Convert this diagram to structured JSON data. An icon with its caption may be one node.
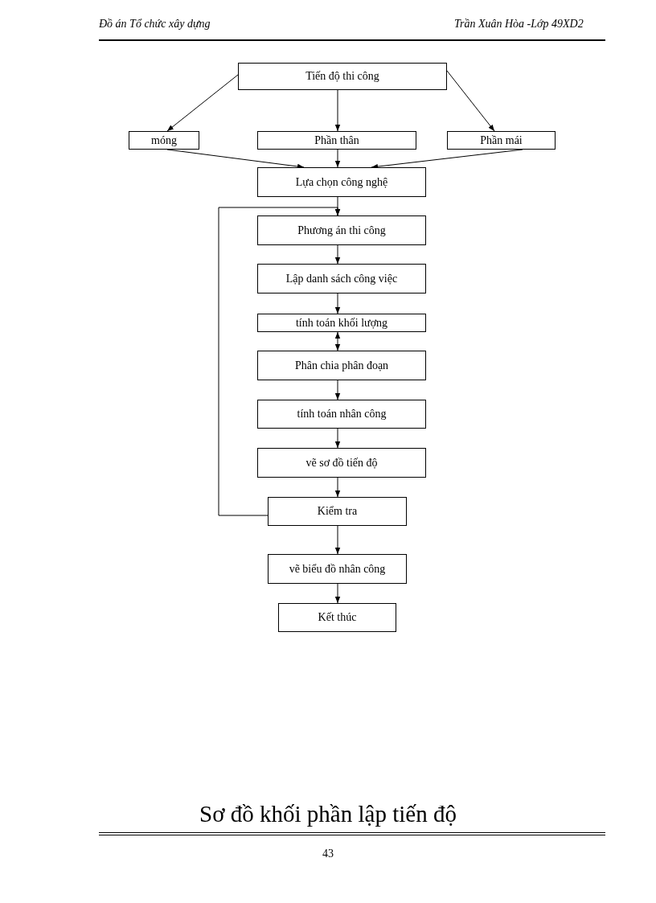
{
  "diagram": {
    "title": "Sơ đồ khối phần lập tiến độ",
    "nodes": [
      {
        "text": [
          "Tiến độ thi công"
        ]
      },
      {
        "text": [
          "móng"
        ]
      },
      {
        "text": [
          "Phần thân"
        ]
      },
      {
        "text": [
          "Phần mái"
        ]
      },
      {
        "text": [
          "Lựa chọn công nghệ"
        ]
      },
      {
        "text": [
          "Phương án thi công"
        ]
      },
      {
        "text": [
          "Lập danh sách công việc"
        ]
      },
      {
        "text": [
          "tính toán khối lượng"
        ]
      },
      {
        "text": [
          "Phân chia phân đoạn"
        ]
      },
      {
        "text": [
          "tính toán nhân công"
        ]
      },
      {
        "text": [
          "vẽ sơ đồ tiến độ"
        ]
      },
      {
        "text": [
          "Kiểm tra"
        ]
      },
      {
        "text": [
          "vẽ biểu đồ nhân công"
        ]
      },
      {
        "text": [
          "Kết thúc"
        ]
      }
    ],
    "edges": [
      {
        "from": 0,
        "to": 1,
        "arrow": "to"
      },
      {
        "from": 0,
        "to": 2,
        "arrow": "to"
      },
      {
        "from": 0,
        "to": 3,
        "arrow": "to"
      },
      {
        "from": 1,
        "to": 4,
        "arrow": "to"
      },
      {
        "from": 2,
        "to": 4,
        "arrow": "to"
      },
      {
        "from": 3,
        "to": 4,
        "arrow": "to"
      },
      {
        "from": 4,
        "to": 5,
        "arrow": "to"
      },
      {
        "from": 5,
        "to": 6,
        "arrow": "to"
      },
      {
        "from": 6,
        "to": 7,
        "arrow": "to"
      },
      {
        "from": 7,
        "to": 8,
        "arrow": "both"
      },
      {
        "from": 8,
        "to": 9,
        "arrow": "to"
      },
      {
        "from": 9,
        "to": 10,
        "arrow": "to"
      },
      {
        "from": 10,
        "to": 11,
        "arrow": "to"
      },
      {
        "from": 11,
        "to": 5,
        "arrow": "to"
      },
      {
        "from": 11,
        "to": 12,
        "arrow": "to"
      },
      {
        "from": 12,
        "to": 13,
        "arrow": "to"
      }
    ],
    "labels": [
      "Đồ án Tổ chức xây dựng",
      "Trần Xuân Hòa -Lớp 49XD2",
      "43"
    ]
  }
}
